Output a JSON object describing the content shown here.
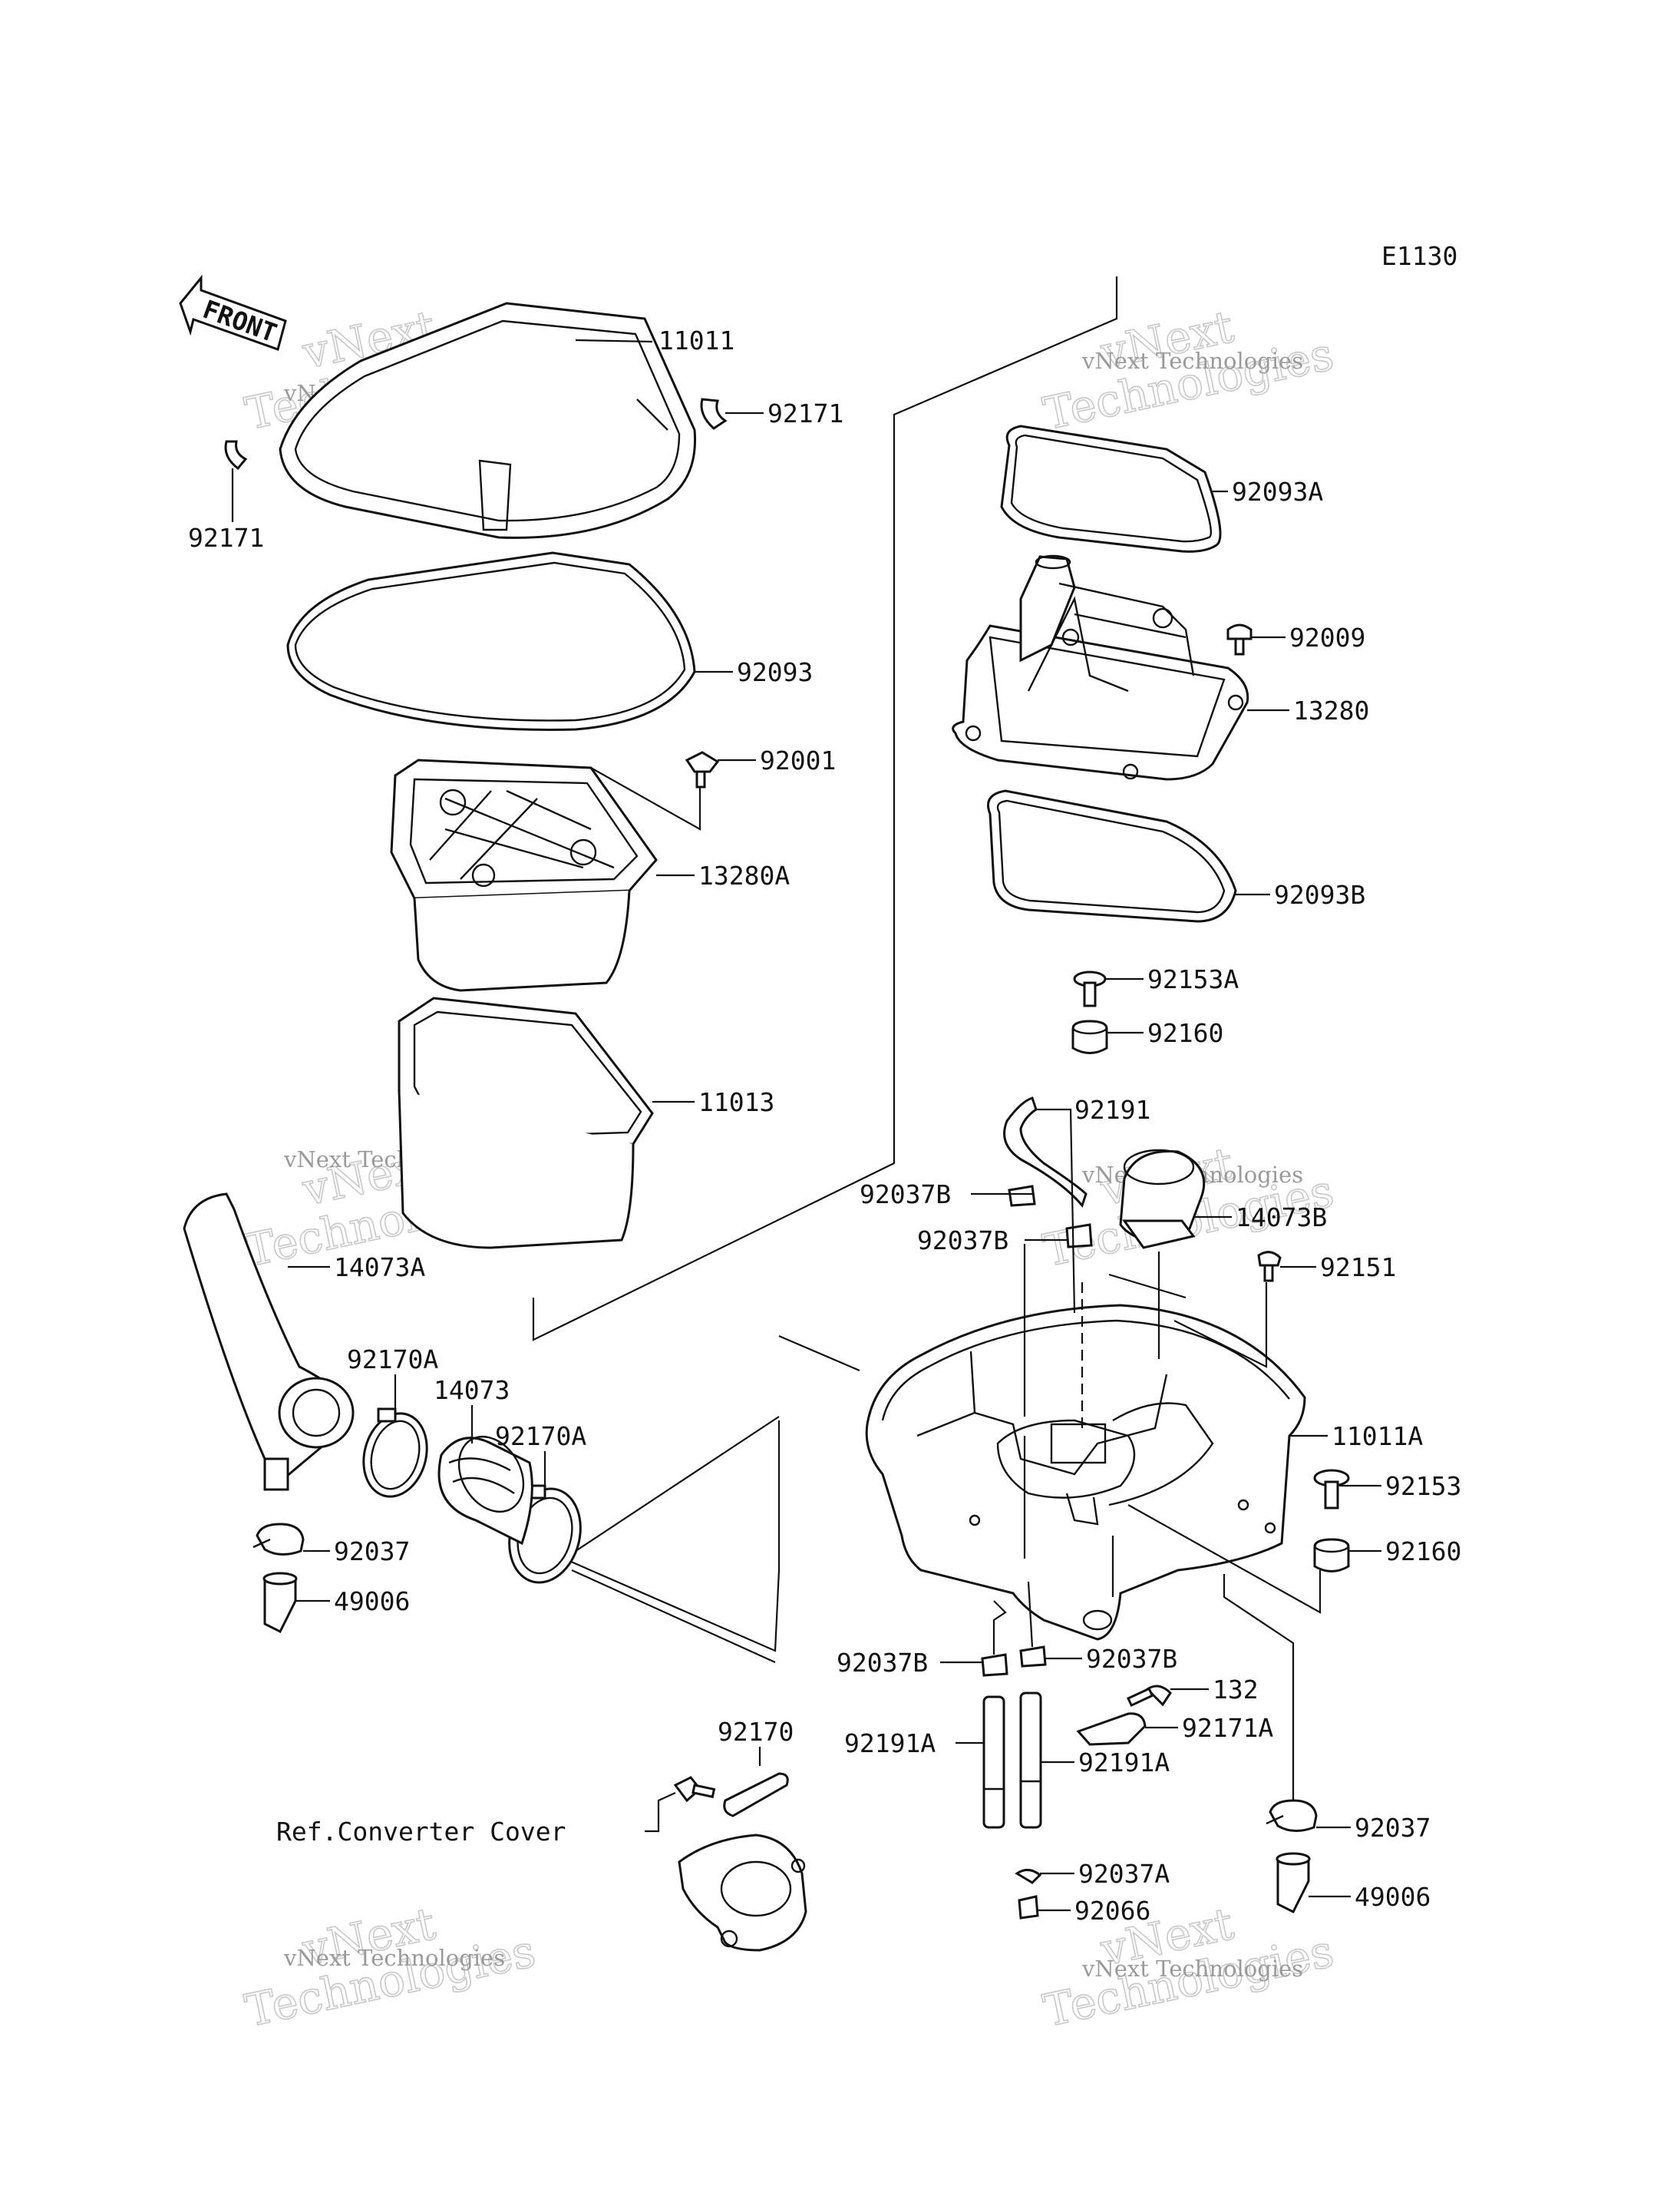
{
  "diagram_code": "E1130",
  "front_arrow_text": "FRONT",
  "watermark": {
    "line1": "vNext",
    "line2": "Technologies",
    "caption": "vNext Technologies"
  },
  "labels": {
    "p11011": "11011",
    "p92171_right": "92171",
    "p92171_left": "92171",
    "p92093": "92093",
    "p92001": "92001",
    "p13280A": "13280A",
    "p11013": "11013",
    "p14073A": "14073A",
    "p92170A_top": "92170A",
    "p14073": "14073",
    "p92170A_mid": "92170A",
    "p92037_left": "92037",
    "p49006_left": "49006",
    "p92170": "92170",
    "p_ref": "Ref.Converter Cover",
    "p92093A": "92093A",
    "p92009": "92009",
    "p13280": "13280",
    "p92093B": "92093B",
    "p92153A": "92153A",
    "p92160_top": "92160",
    "p92191": "92191",
    "p92037B_1": "92037B",
    "p14073B": "14073B",
    "p92037B_2": "92037B",
    "p92151": "92151",
    "p11011A": "11011A",
    "p92153": "92153",
    "p92160_bot": "92160",
    "p92037B_3": "92037B",
    "p92037B_4": "92037B",
    "p132": "132",
    "p92171A": "92171A",
    "p92191A_left": "92191A",
    "p92191A_right": "92191A",
    "p92037_right": "92037",
    "p49006_right": "49006",
    "p92037A": "92037A",
    "p92066": "92066"
  }
}
